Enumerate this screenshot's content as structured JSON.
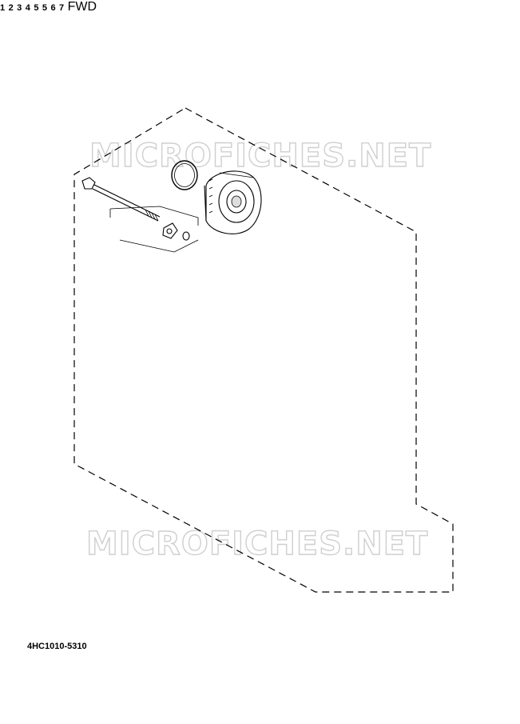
{
  "watermark": {
    "top": "MICROFICHES.NET",
    "bottom": "MICROFICHES.NET"
  },
  "callouts": [
    "1",
    "2",
    "3",
    "4",
    "5",
    "5",
    "6",
    "7"
  ],
  "fwd_label": "FWD",
  "diagram_code": "4HC1010-5310"
}
